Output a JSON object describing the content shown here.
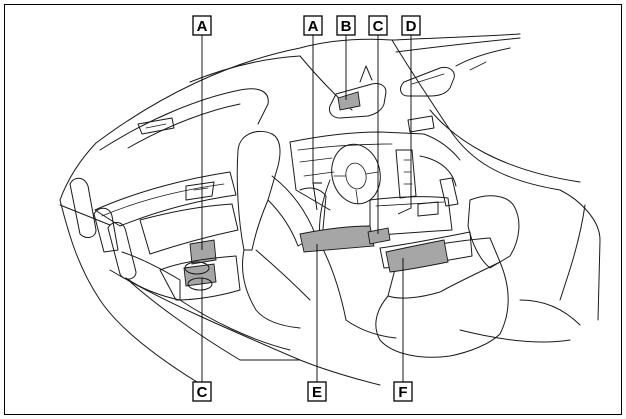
{
  "labels": {
    "a_left": "A",
    "a_center": "A",
    "b": "B",
    "c_top": "C",
    "d": "D",
    "c_bottom": "C",
    "e": "E",
    "f": "F"
  },
  "colors": {
    "highlight": "#a6a6a6",
    "line": "#1a1a1a",
    "background": "#ffffff"
  }
}
